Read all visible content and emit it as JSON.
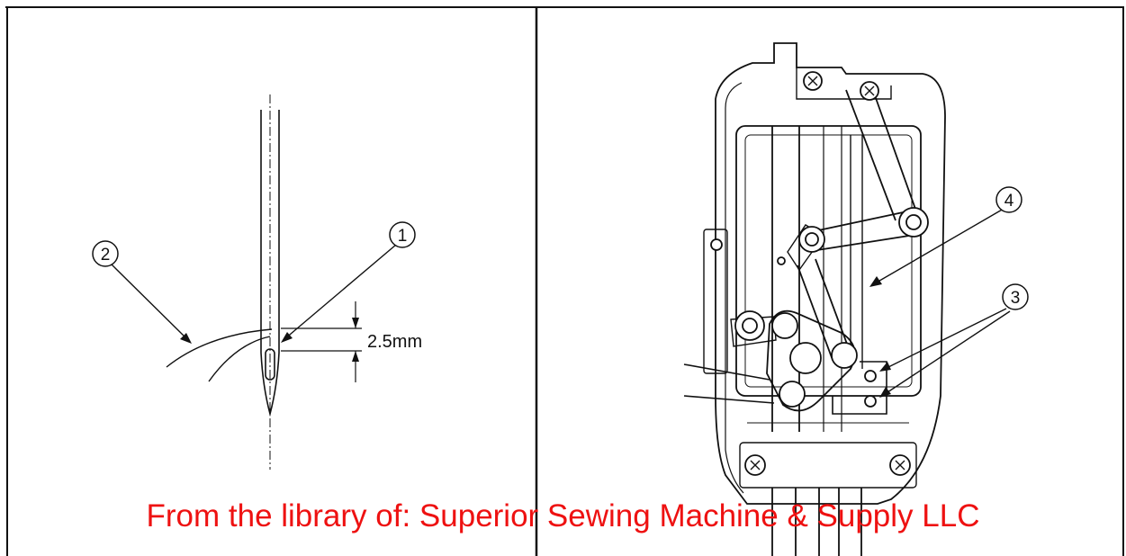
{
  "callouts": {
    "left": [
      {
        "id": "needle-eye",
        "label": "1"
      },
      {
        "id": "thread",
        "label": "2"
      }
    ],
    "right": [
      {
        "id": "screws",
        "label": "3"
      },
      {
        "id": "needle-bar-frame",
        "label": "4"
      }
    ]
  },
  "dimension": {
    "label": "2.5mm",
    "value": 2.5,
    "unit": "mm"
  },
  "watermark": {
    "text": "From the library of: Superior Sewing Machine & Supply LLC",
    "color": "#ee1111"
  },
  "colors": {
    "line": "#111111",
    "background": "#ffffff"
  }
}
